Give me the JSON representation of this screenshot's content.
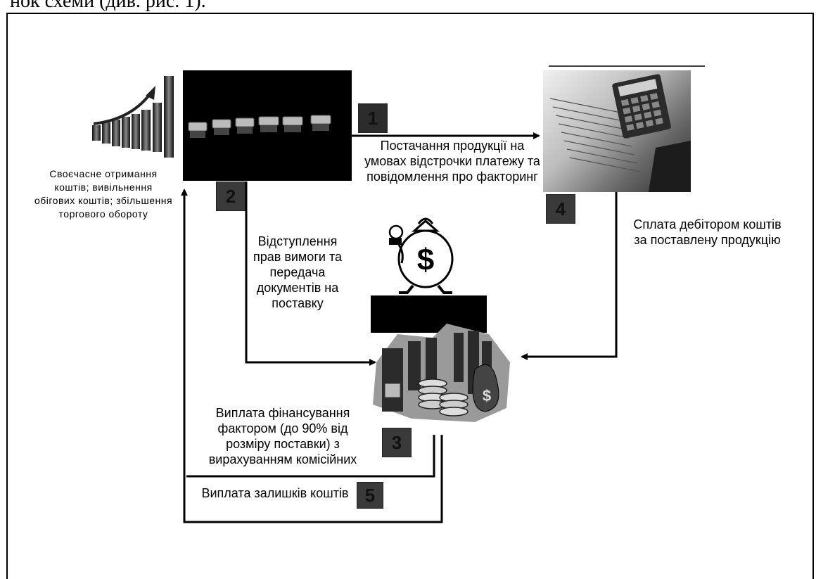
{
  "header": {
    "text": "нок схеми (див. рис. 1)."
  },
  "step_numbers": [
    "1",
    "2",
    "3",
    "4",
    "5"
  ],
  "labels": {
    "seller_benefits": "Своєчасне отримання коштів; вивільнення обігових коштів; збільшення торгового обороту",
    "delivery": "Постачання продукції на умовах відстрочки платежу та повідомлення про факторинг",
    "assignment": "Відступлення прав вимоги та передача документів на поставку",
    "debtor_payment": "Сплата дебітором коштів за поставлену продукцію",
    "financing": "Виплата фінансування фактором (до 90% від розміру поставки) з вирахуванням комісійних",
    "remainder": "Виплата залишків коштів"
  },
  "icons": {
    "growth_chart": "growth-chart-icon",
    "seller_goods": "goods-icon",
    "debtor_calculator": "calculator-icon",
    "money_bag": "money-bag-icon",
    "factor_bank": "bank-money-icon",
    "dollar_symbol": "$"
  },
  "colors": {
    "line": "#000000",
    "box": "#3a3a3a",
    "dark": "#111111"
  }
}
